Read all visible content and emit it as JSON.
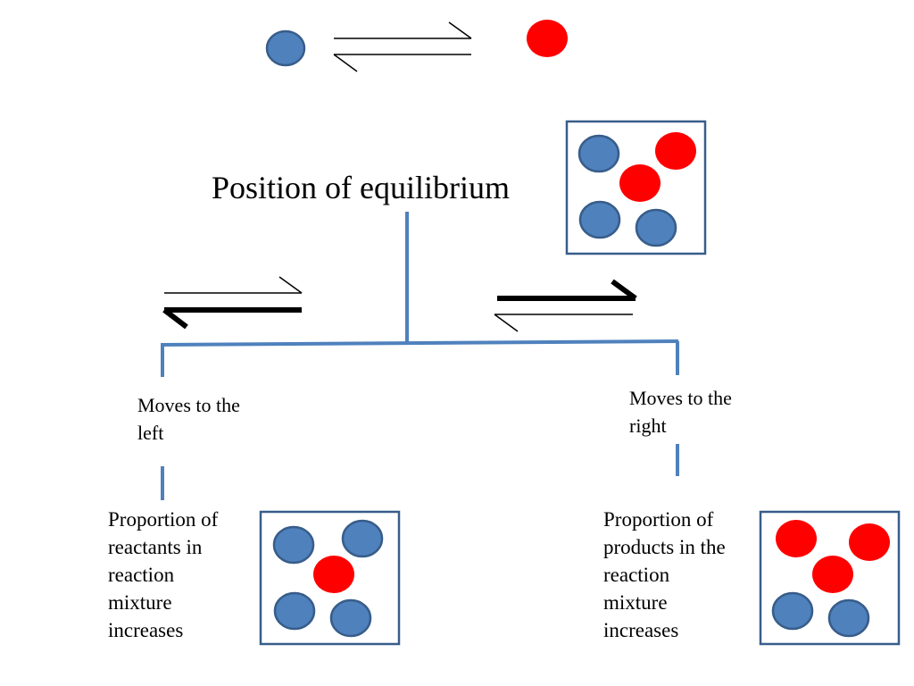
{
  "title": "Position of equilibrium",
  "labels": {
    "left_shift": "Moves to the\nleft",
    "right_shift": "Moves to the\nright",
    "left_result": "Proportion of\nreactants in\nreaction\nmixture\nincreases",
    "right_result": "Proportion of\nproducts in the\nreaction\nmixture\nincreases"
  },
  "colors": {
    "reactant": "#4f81bd",
    "reactant_border": "#385d8a",
    "product": "#ff0000",
    "tree_line": "#4f81bd",
    "box_border": "#385d8a"
  },
  "particles": {
    "top_reaction": {
      "reactant": "blue-circle",
      "product": "red-circle"
    },
    "equilibrium_box": {
      "reactants": 3,
      "products": 2
    },
    "left_box": {
      "reactants": 4,
      "products": 1
    },
    "right_box": {
      "reactants": 2,
      "products": 3
    }
  },
  "icons": {
    "reversible_arrow": "equilibrium-arrows",
    "left_favoured_arrow": "equilibrium-arrows-left-bold",
    "right_favoured_arrow": "equilibrium-arrows-right-bold"
  }
}
